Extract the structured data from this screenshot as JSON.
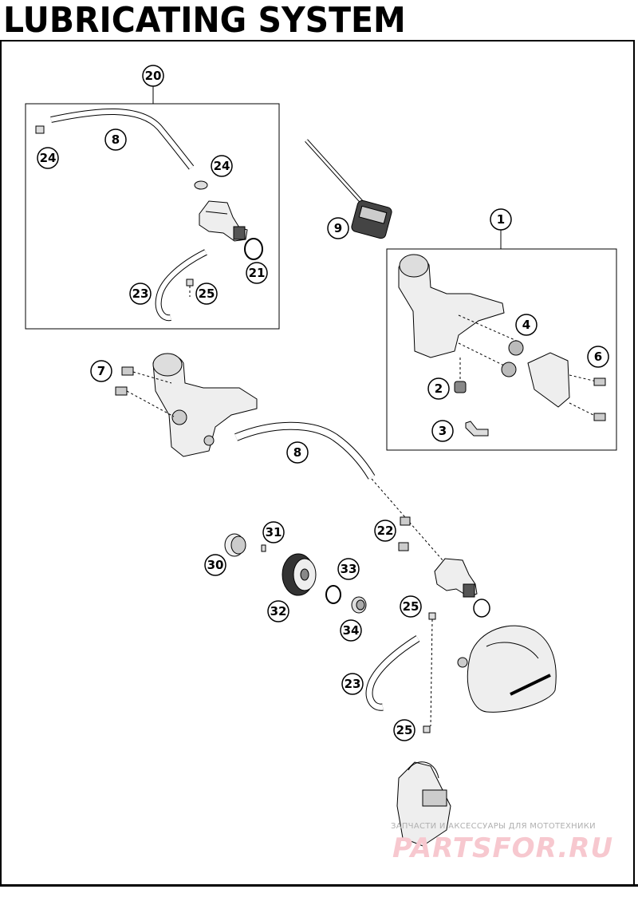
{
  "title": "LUBRICATING SYSTEM",
  "watermark": {
    "subtitle": "ЗАПЧАСТИ И АКСЕССУАРЫ ДЛЯ МОТОТЕХНИКИ",
    "brand": "PARTSFOR.RU"
  },
  "callouts": [
    "20",
    "8",
    "24",
    "24",
    "21",
    "23",
    "25",
    "9",
    "1",
    "4",
    "6",
    "2",
    "3",
    "7",
    "8",
    "31",
    "22",
    "30",
    "33",
    "32",
    "34",
    "25",
    "23",
    "25"
  ],
  "colors": {
    "line": "#000000",
    "part_fill": "#e6e6e6",
    "watermark": "#f7c8cf"
  }
}
